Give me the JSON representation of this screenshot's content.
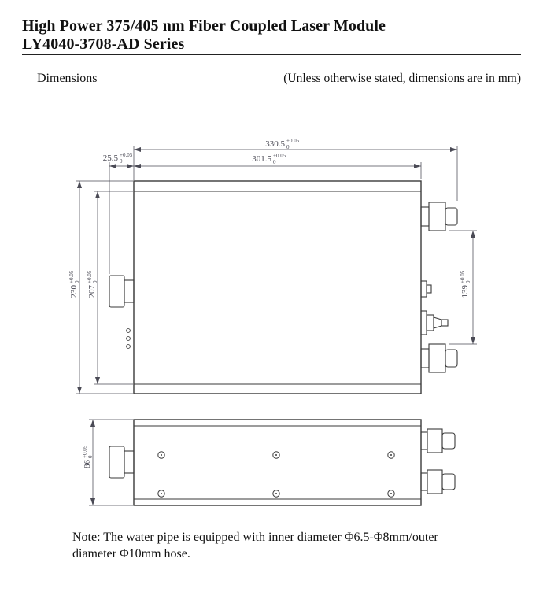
{
  "header": {
    "title_line1": "High Power 375/405 nm Fiber Coupled Laser Module",
    "title_line2": "LY4040-3708-AD Series"
  },
  "section": {
    "label": "Dimensions",
    "units_note": "(Unless otherwise stated, dimensions are in mm)"
  },
  "drawing": {
    "dims": {
      "total_width": {
        "value": "330.5",
        "tol_upper": "+0.05",
        "tol_lower": "0"
      },
      "left_protrusion": {
        "value": "25.5",
        "tol_upper": "+0.05",
        "tol_lower": "0"
      },
      "body_width": {
        "value": "301.5",
        "tol_upper": "+0.05",
        "tol_lower": "0"
      },
      "total_height": {
        "value": "230",
        "tol_upper": "+0.05",
        "tol_lower": "0"
      },
      "inner_height": {
        "value": "207",
        "tol_upper": "+0.05",
        "tol_lower": "0"
      },
      "connector_span": {
        "value": "139",
        "tol_upper": "+0.05",
        "tol_lower": "0"
      },
      "side_height": {
        "value": "86",
        "tol_upper": "+0.05",
        "tol_lower": "0"
      }
    },
    "colors": {
      "outline": "#3a3a3a",
      "dimension": "#4a4a55"
    }
  },
  "note": {
    "line1": "Note: The water pipe is equipped with inner diameter Φ6.5-Φ8mm/outer",
    "line2": "diameter Φ10mm hose."
  }
}
